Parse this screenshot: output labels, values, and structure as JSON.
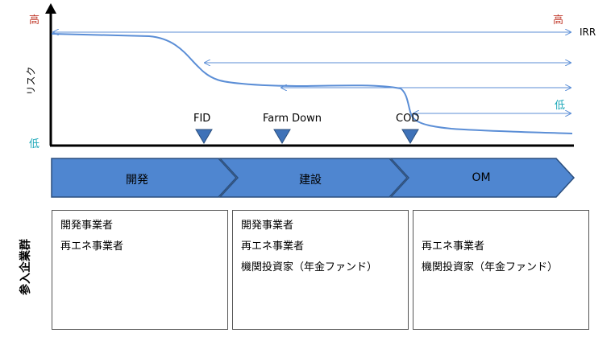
{
  "axis": {
    "y_label": "リスク",
    "high_left": "高",
    "low_left": "低",
    "high_right": "高",
    "low_right": "低",
    "irr_label": "IRR"
  },
  "milestones": [
    {
      "label": "FID"
    },
    {
      "label": "Farm Down"
    },
    {
      "label": "COD"
    }
  ],
  "phases": [
    {
      "label": "開発"
    },
    {
      "label": "建設"
    },
    {
      "label": "OM"
    }
  ],
  "participants": {
    "title": "参入企業群",
    "columns": [
      {
        "lines": [
          "開発事業者",
          "再エネ事業者"
        ]
      },
      {
        "lines": [
          "開発事業者",
          "再エネ事業者",
          "機関投資家（年金ファンド）"
        ]
      },
      {
        "lines": [
          "",
          "再エネ事業者",
          "機関投資家（年金ファンド）"
        ]
      }
    ]
  },
  "colors": {
    "phase_fill": "#4f86d0",
    "phase_stroke": "#2b4f7e",
    "curve": "#5b8ed6",
    "marker": "#3f72b8",
    "high": "#c0392b",
    "low": "#1aa7b8"
  }
}
